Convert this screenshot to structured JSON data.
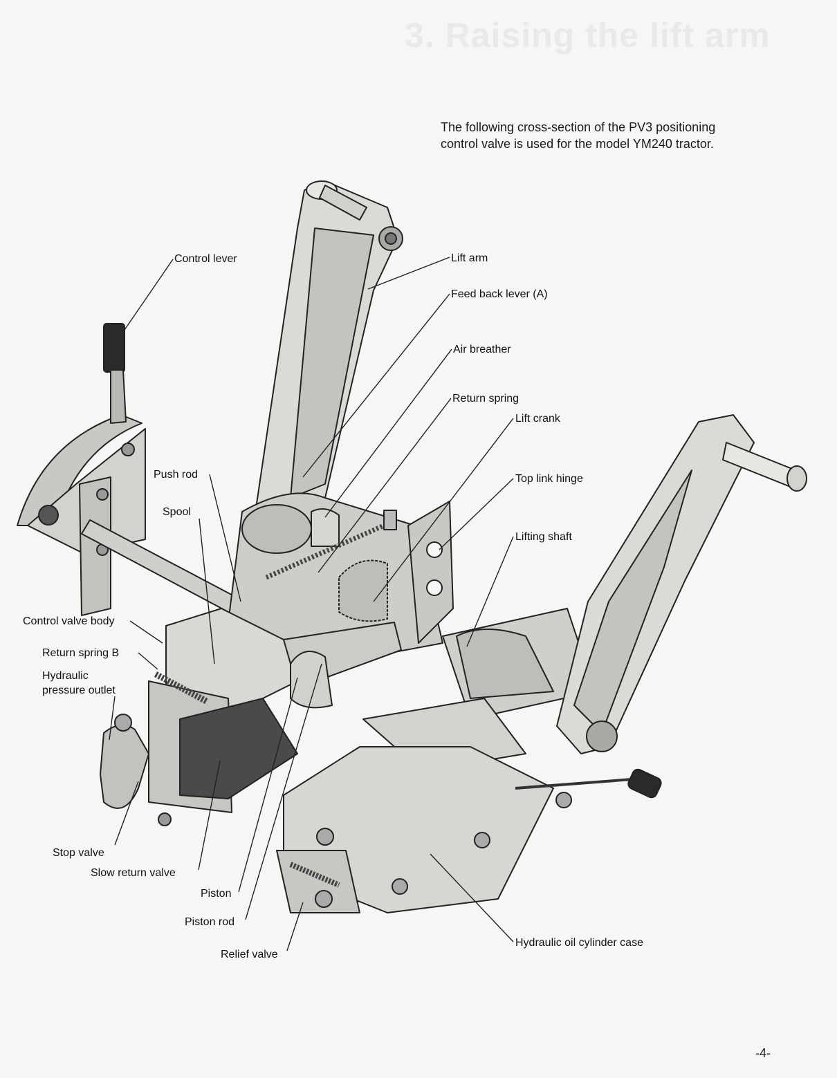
{
  "header": {
    "title": "3. Raising the lift arm"
  },
  "intro": {
    "line1": "The following cross-section of the PV3 positioning",
    "line2": "control valve is used for the model YM240 tractor."
  },
  "labels": {
    "control_lever": "Control lever",
    "lift_arm": "Lift arm",
    "feed_back_lever": "Feed back lever (A)",
    "air_breather": "Air breather",
    "return_spring": "Return spring",
    "lift_crank": "Lift crank",
    "top_link_hinge": "Top link hinge",
    "lifting_shaft": "Lifting shaft",
    "push_rod": "Push rod",
    "spool": "Spool",
    "control_valve_body": "Control valve body",
    "return_spring_b": "Return spring B",
    "hydraulic_pressure_outlet_1": "Hydraulic",
    "hydraulic_pressure_outlet_2": "pressure outlet",
    "stop_valve": "Stop valve",
    "slow_return_valve": "Slow return valve",
    "piston": "Piston",
    "piston_rod": "Piston rod",
    "relief_valve": "Relief valve",
    "hydraulic_oil_cylinder_case": "Hydraulic oil cylinder case"
  },
  "footer": {
    "page_number": "-4-"
  },
  "colors": {
    "ink": "#222222",
    "metal_light": "#d9d9d6",
    "metal_mid": "#b9b9b5",
    "metal_dark": "#8f8f8b",
    "grip": "#2a2a2a"
  }
}
